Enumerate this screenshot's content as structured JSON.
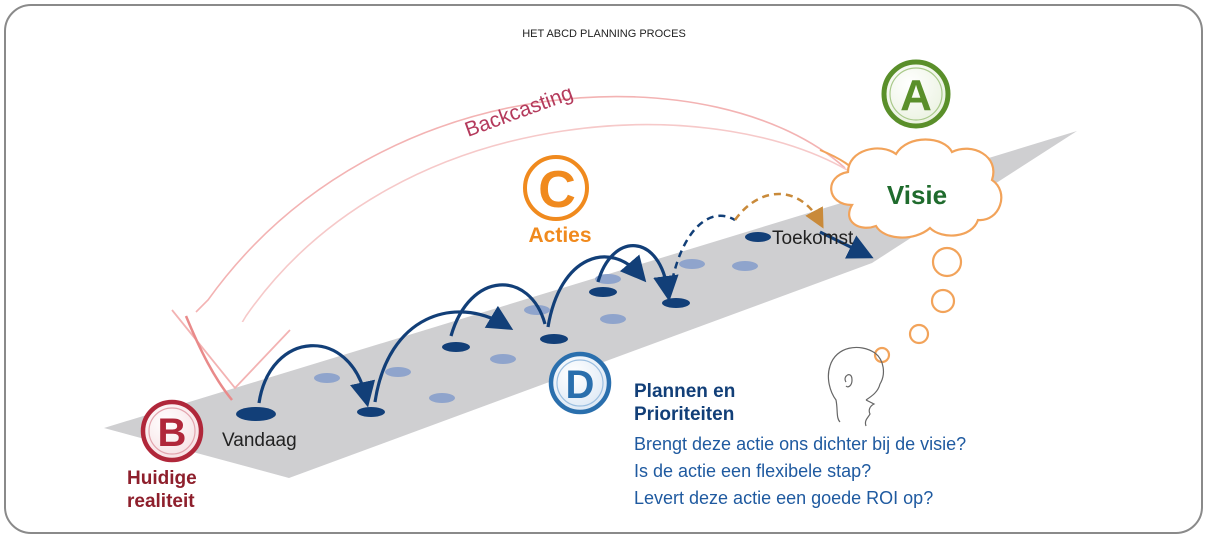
{
  "title": "HET ABCD PLANNING PROCES",
  "backcasting_label": "Backcasting",
  "steps": {
    "a": {
      "letter": "A",
      "label": "Visie",
      "color": "#5a8f2a"
    },
    "b": {
      "letter": "B",
      "label_line1": "Huidige",
      "label_line2": "realiteit",
      "color": "#b0273a"
    },
    "c": {
      "letter": "C",
      "label": "Acties",
      "color": "#f08a1e"
    },
    "d": {
      "letter": "D",
      "heading_line1": "Plannen en",
      "heading_line2": "Prioriteiten",
      "color": "#2a6fad"
    }
  },
  "road": {
    "start_label": "Vandaag",
    "end_label": "Toekomst"
  },
  "questions": [
    "Brengt deze actie ons dichter bij de visie?",
    "Is de actie een flexibele stap?",
    "Levert deze actie een goede ROI op?"
  ],
  "colors": {
    "road": "#cfcfd1",
    "navy": "#123f78",
    "dot": "#8fa4cc",
    "question_text": "#1f5aa0",
    "visie_text": "#1f6b2d",
    "cloud_stroke": "#f2a35a",
    "backcast_stroke": "#f3b3b3"
  }
}
